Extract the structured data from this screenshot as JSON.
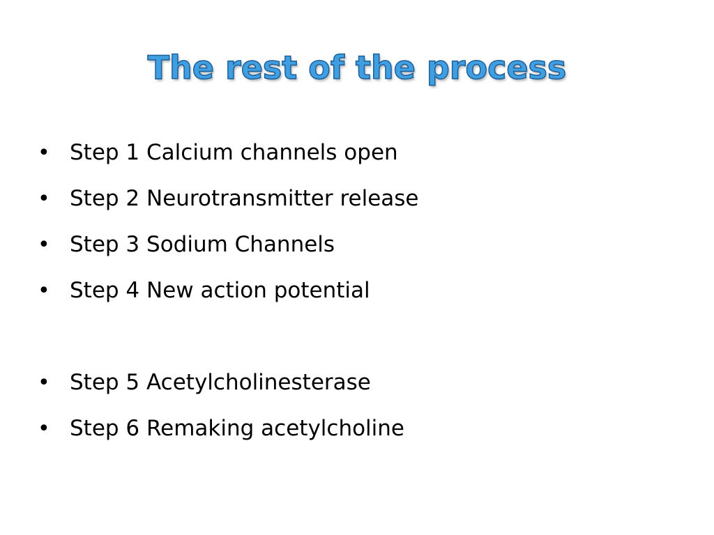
{
  "slide": {
    "title": "The rest of the process",
    "bullet_glyph": "•",
    "bullets": [
      "Step 1 Calcium channels open",
      "Step 2 Neurotransmitter release",
      "Step 3 Sodium Channels",
      "Step 4 New action potential",
      "Step 5 Acetylcholinesterase",
      "Step 6 Remaking acetylcholine"
    ]
  },
  "colors": {
    "title_fill": "#3f9fe0",
    "title_outline": "#1f5f99",
    "text": "#000000",
    "background": "#ffffff"
  }
}
